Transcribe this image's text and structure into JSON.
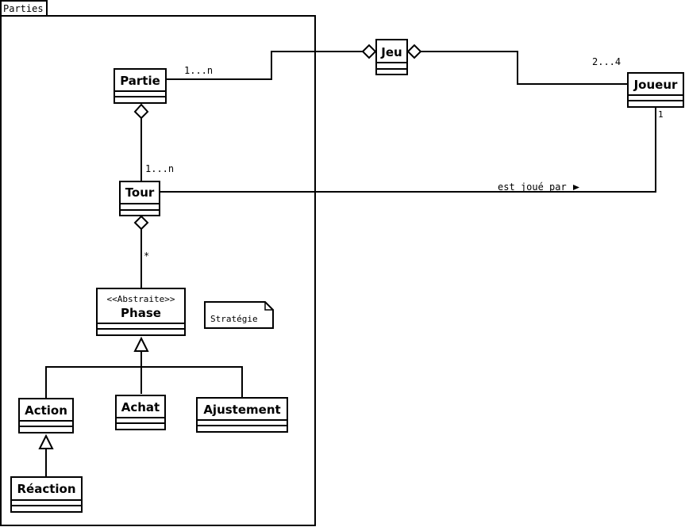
{
  "package": {
    "name": "Parties"
  },
  "classes": {
    "partie": "Partie",
    "jeu": "Jeu",
    "joueur": "Joueur",
    "tour": "Tour",
    "phase": "Phase",
    "phase_stereotype": "<<Abstraite>>",
    "action": "Action",
    "achat": "Achat",
    "ajustement": "Ajustement",
    "reaction": "Réaction"
  },
  "note": {
    "text": "Stratégie"
  },
  "associations": {
    "partie_jeu_mult": "1...n",
    "jeu_joueur_mult": "2...4",
    "joueur_tour_mult": "1",
    "tour_joueur_label": "est joué par",
    "partie_tour_mult": "1...n",
    "tour_phase_mult": "*"
  }
}
